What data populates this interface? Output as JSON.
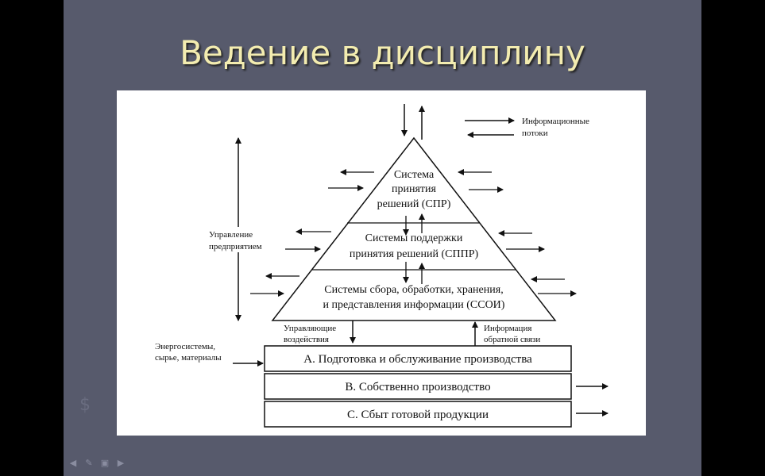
{
  "slide": {
    "title": "Ведение в дисциплину",
    "background_color": "#575a6c",
    "title_color": "#f3ecb0"
  },
  "diagram": {
    "legend_info_flows_line1": "Информационные",
    "legend_info_flows_line2": "потоки",
    "enterprise_mgmt_line1": "Управление",
    "enterprise_mgmt_line2": "предприятием",
    "spr_line1": "Система",
    "spr_line2": "принятия",
    "spr_line3": "решений (СПР)",
    "sppr_line1": "Системы поддержки",
    "sppr_line2": "принятия решений (СППР)",
    "ssoi_line1": "Системы сбора, обработки, хранения,",
    "ssoi_line2": "и представления информации (ССОИ)",
    "control_line1": "Управляющие",
    "control_line2": "воздействия",
    "feedback_line1": "Информация",
    "feedback_line2": "обратной связи",
    "inputs_line1": "Энергосистемы,",
    "inputs_line2": "сырье, материалы",
    "box_a": "А. Подготовка и обслуживание производства",
    "box_b": "В. Собственно производство",
    "box_c": "С. Сбыт готовой продукции"
  },
  "nav_icons": [
    "arrow-left-icon",
    "pen-icon",
    "menu-icon",
    "arrow-right-icon"
  ]
}
